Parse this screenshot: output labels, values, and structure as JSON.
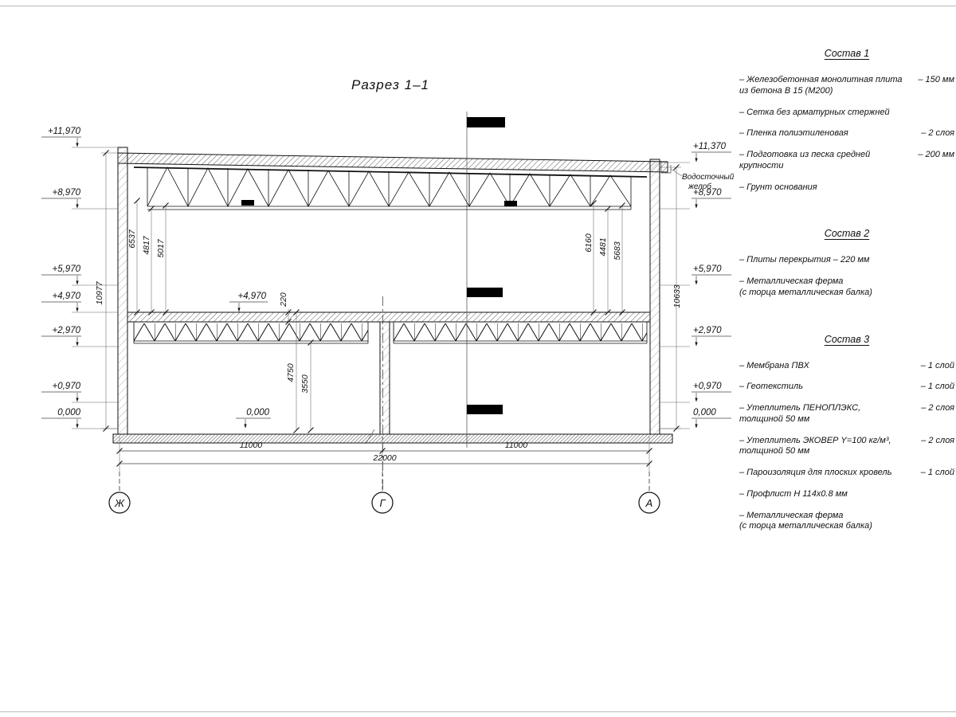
{
  "title": "Разрез 1–1",
  "drawing": {
    "axis_labels": [
      "Ж",
      "Г",
      "А"
    ],
    "elev_left": [
      "+11,970",
      "+8,970",
      "+5,970",
      "+4,970",
      "+2,970",
      "+0,970",
      "0,000"
    ],
    "elev_right": [
      "+11,370",
      "+8,970",
      "+5,970",
      "+2,970",
      "+0,970",
      "0,000"
    ],
    "elev_inner": [
      "+4,970",
      "0,000"
    ],
    "gutter_label_line1": "Водосточный",
    "gutter_label_line2": "желоб",
    "dims": {
      "outer_left": "10977",
      "outer_right": "10633",
      "left_group": [
        "6537",
        "4817",
        "5017"
      ],
      "right_group": [
        "6160",
        "4481",
        "5683"
      ],
      "slab": "220",
      "mid_lower": [
        "4750",
        "3550"
      ],
      "bottom_spans": [
        "11000",
        "11000"
      ],
      "bottom_total": "22000"
    }
  },
  "notes": [
    {
      "title": "Состав 1",
      "items": [
        {
          "text": "– Железобетонная монолитная плита\nиз бетона В 15 (М200)",
          "value": "– 150 мм"
        },
        {
          "text": "– Сетка без арматурных стержней",
          "value": ""
        },
        {
          "text": "– Пленка полиэтиленовая",
          "value": "– 2 слоя"
        },
        {
          "text": "– Подготовка из песка средней\nкрупности",
          "value": "– 200 мм"
        },
        {
          "text": "– Грунт основания",
          "value": ""
        }
      ]
    },
    {
      "title": "Состав 2",
      "items": [
        {
          "text": "– Плиты перекрытия – 220 мм",
          "value": ""
        },
        {
          "text": "– Металлическая ферма\n(с торца металлическая балка)",
          "value": ""
        }
      ]
    },
    {
      "title": "Состав 3",
      "items": [
        {
          "text": "– Мембрана ПВХ",
          "value": "– 1 слой"
        },
        {
          "text": "– Геотекстиль",
          "value": "– 1 слой"
        },
        {
          "text": "– Утеплитель ПЕНОПЛЭКС,\nтолщиной 50 мм",
          "value": "– 2 слоя"
        },
        {
          "text": "– Утеплитель ЭКОВЕР Y=100 кг/м³,\nтолщиной 50 мм",
          "value": "– 2 слоя"
        },
        {
          "text": "– Пароизоляция для плоских кровель",
          "value": "– 1 слой"
        },
        {
          "text": "– Профлист Н 114х0.8 мм",
          "value": ""
        },
        {
          "text": "– Металлическая ферма\n(с торца металлическая балка)",
          "value": ""
        }
      ]
    }
  ]
}
